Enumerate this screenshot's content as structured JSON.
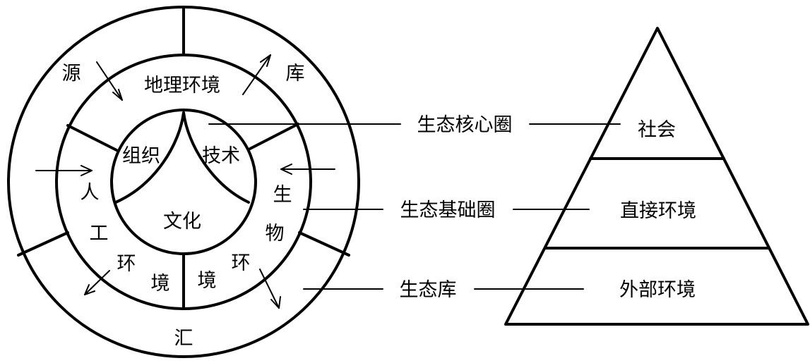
{
  "circle": {
    "geo_env": "地理环境",
    "org": "组织",
    "tech": "技术",
    "culture": "文化",
    "source": "源",
    "store": "库",
    "sink": "汇",
    "artificial_env": [
      "人",
      "工",
      "环",
      "境"
    ],
    "bio_env": [
      "生",
      "物",
      "环",
      "境"
    ]
  },
  "callouts": {
    "core": "生态核心圈",
    "base": "生态基础圈",
    "store": "生态库"
  },
  "pyramid": {
    "top": "社会",
    "middle": "直接环境",
    "bottom": "外部环境"
  },
  "colors": {
    "ink": "#000000",
    "paper": "#ffffff"
  }
}
